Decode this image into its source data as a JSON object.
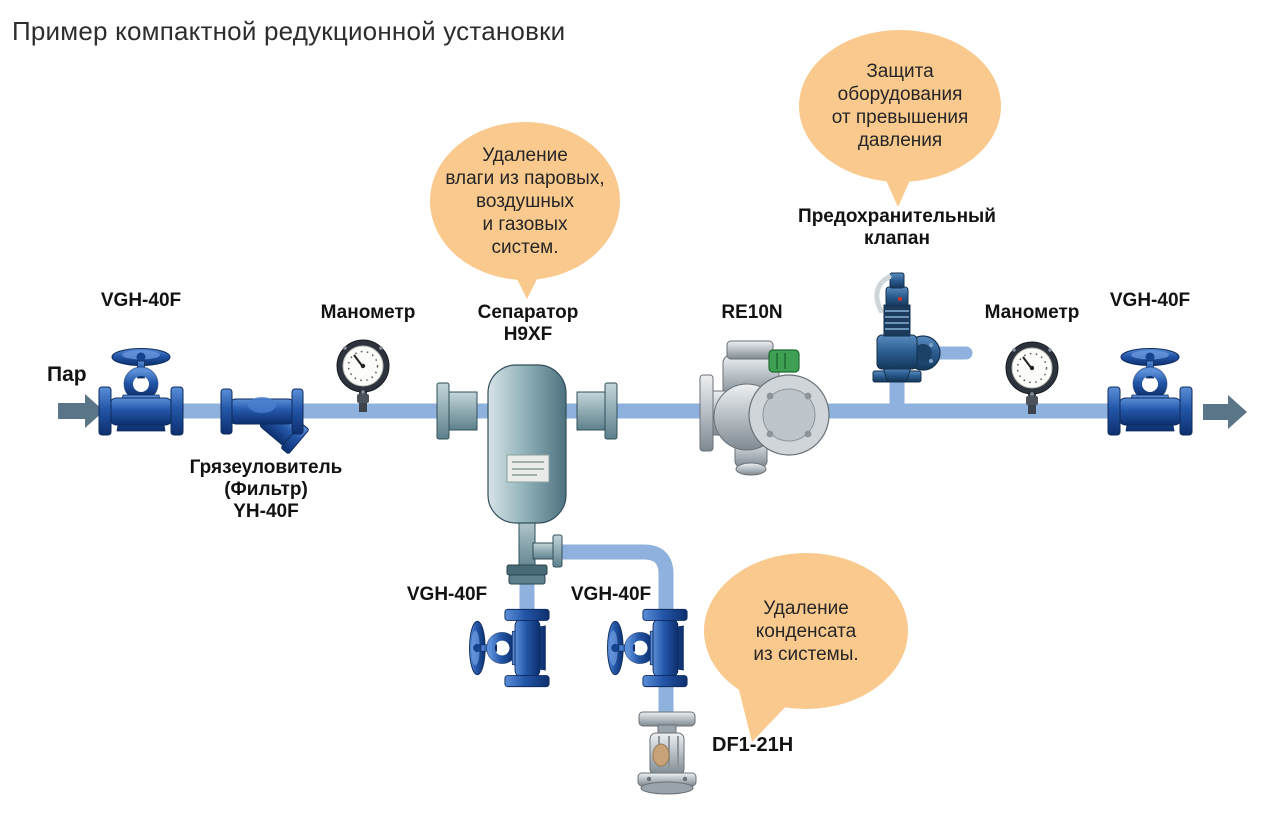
{
  "title": "Пример компактной редукционной установки",
  "inlet": {
    "label": "Пар"
  },
  "labels": {
    "valve_inlet": "VGH-40F",
    "strainer_1": "Грязеуловитель",
    "strainer_2": "(Фильтр)",
    "strainer_3": "YH-40F",
    "gauge_inlet": "Манометр",
    "separator_1": "Сепаратор",
    "separator_2": "H9XF",
    "reducing_valve": "RE10N",
    "safety_1": "Предохранительный",
    "safety_2": "клапан",
    "gauge_outlet": "Манометр",
    "valve_outlet": "VGH-40F",
    "drain_valve_left": "VGH-40F",
    "drain_valve_right": "VGH-40F",
    "steam_trap": "DF1-21H"
  },
  "bubbles": {
    "moisture": {
      "lines": [
        "Удаление",
        "влаги из паровых,",
        "воздушных",
        "и газовых",
        "систем."
      ]
    },
    "protection": {
      "lines": [
        "Защита",
        "оборудования",
        "от превышения",
        "давления"
      ]
    },
    "condensate": {
      "lines": [
        "Удаление",
        "конденсата",
        "из системы."
      ]
    }
  },
  "colors": {
    "pipe": "#8fb1dd",
    "bubble": "#f9c98e",
    "valve_blue": "#2356a8",
    "vessel_teal": "#8fb2bb",
    "metal_silver": "#b6bec4",
    "safety_blue": "#2b5c90",
    "arrow_gray": "#5a7488"
  }
}
